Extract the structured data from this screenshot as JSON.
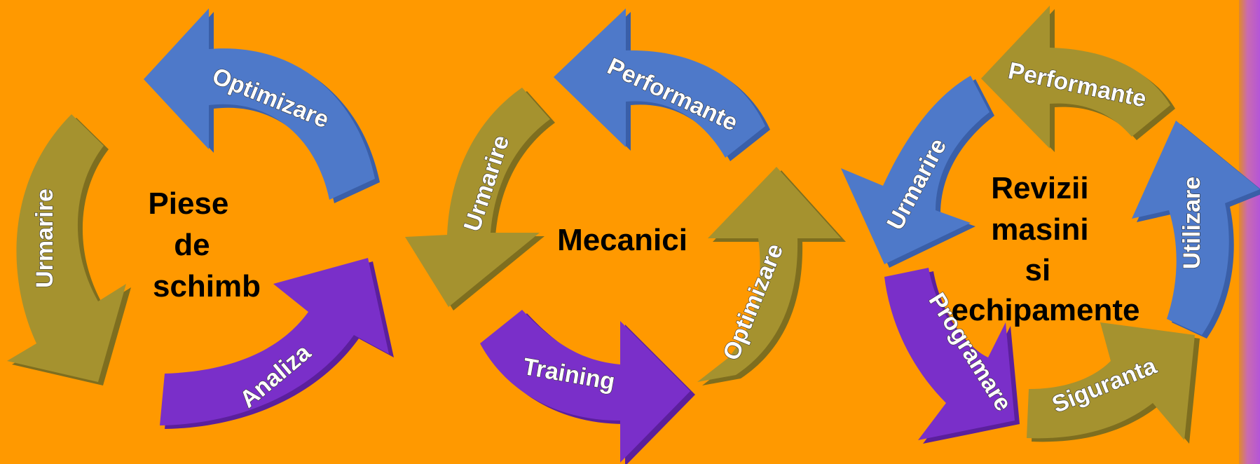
{
  "colors": {
    "background": "#FF9900",
    "blue": "#4E79C9",
    "blue_dark": "#3A5FA8",
    "olive": "#A5922F",
    "olive_dark": "#7E6E1F",
    "purple": "#7A2FC9",
    "purple_dark": "#5B1F9C"
  },
  "cycles": [
    {
      "center_lines": [
        "Piese",
        "de",
        "schimb"
      ],
      "arrows": [
        {
          "label": "Optimizare",
          "color": "blue",
          "icon": "curved-arrow-icon"
        },
        {
          "label": "Urmarire",
          "color": "olive",
          "icon": "curved-arrow-icon"
        },
        {
          "label": "Analiza",
          "color": "purple",
          "icon": "curved-arrow-icon"
        }
      ]
    },
    {
      "center_lines": [
        "Mecanici"
      ],
      "arrows": [
        {
          "label": "Performante",
          "color": "blue",
          "icon": "curved-arrow-icon"
        },
        {
          "label": "Urmarire",
          "color": "olive",
          "icon": "curved-arrow-icon"
        },
        {
          "label": "Training",
          "color": "purple",
          "icon": "curved-arrow-icon"
        },
        {
          "label": "Optimizare",
          "color": "olive",
          "icon": "curved-arrow-icon"
        }
      ]
    },
    {
      "center_lines": [
        "Revizii",
        "masini",
        "si",
        "echipamente"
      ],
      "arrows": [
        {
          "label": "Performante",
          "color": "olive",
          "icon": "curved-arrow-icon"
        },
        {
          "label": "Urmarire",
          "color": "blue",
          "icon": "curved-arrow-icon"
        },
        {
          "label": "Utilizare",
          "color": "blue",
          "icon": "curved-arrow-icon"
        },
        {
          "label": "Programare",
          "color": "purple",
          "icon": "curved-arrow-icon"
        },
        {
          "label": "Siguranta",
          "color": "olive",
          "icon": "curved-arrow-icon"
        }
      ]
    }
  ]
}
